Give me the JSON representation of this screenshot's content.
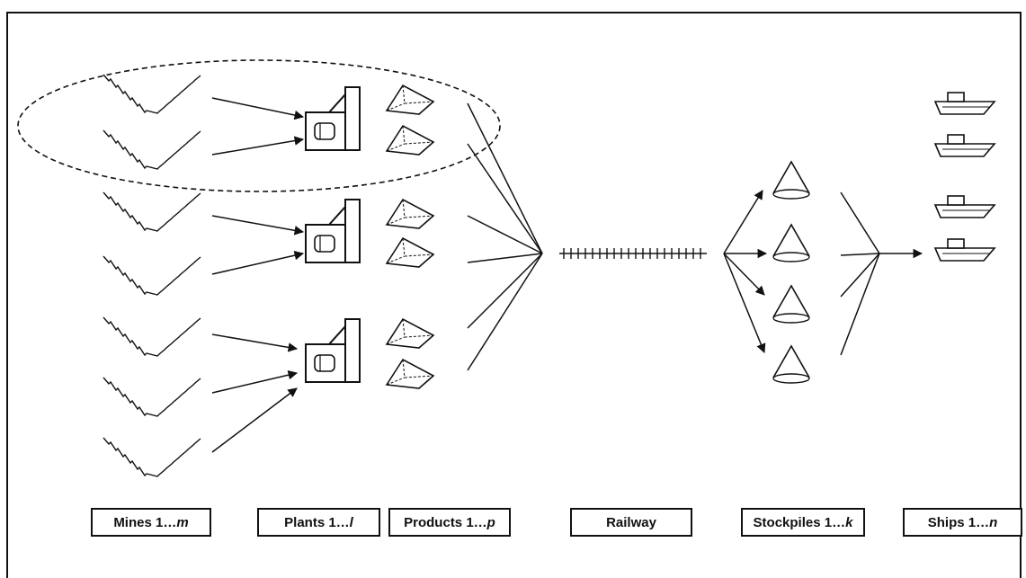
{
  "labels": {
    "mines": {
      "text": "Mines 1…",
      "var": "m"
    },
    "plants": {
      "text": "Plants 1…",
      "var": "l"
    },
    "products": {
      "text": "Products 1…",
      "var": "p"
    },
    "railway": {
      "text": "Railway",
      "var": ""
    },
    "stockpiles": {
      "text": "Stockpiles 1…",
      "var": "k"
    },
    "ships": {
      "text": "Ships 1…",
      "var": "n"
    }
  },
  "counts": {
    "mines": 7,
    "plants": 3,
    "products": 6,
    "stockpiles": 4,
    "ships": 4
  },
  "colors": {
    "stroke": "#111111",
    "background": "#ffffff"
  }
}
